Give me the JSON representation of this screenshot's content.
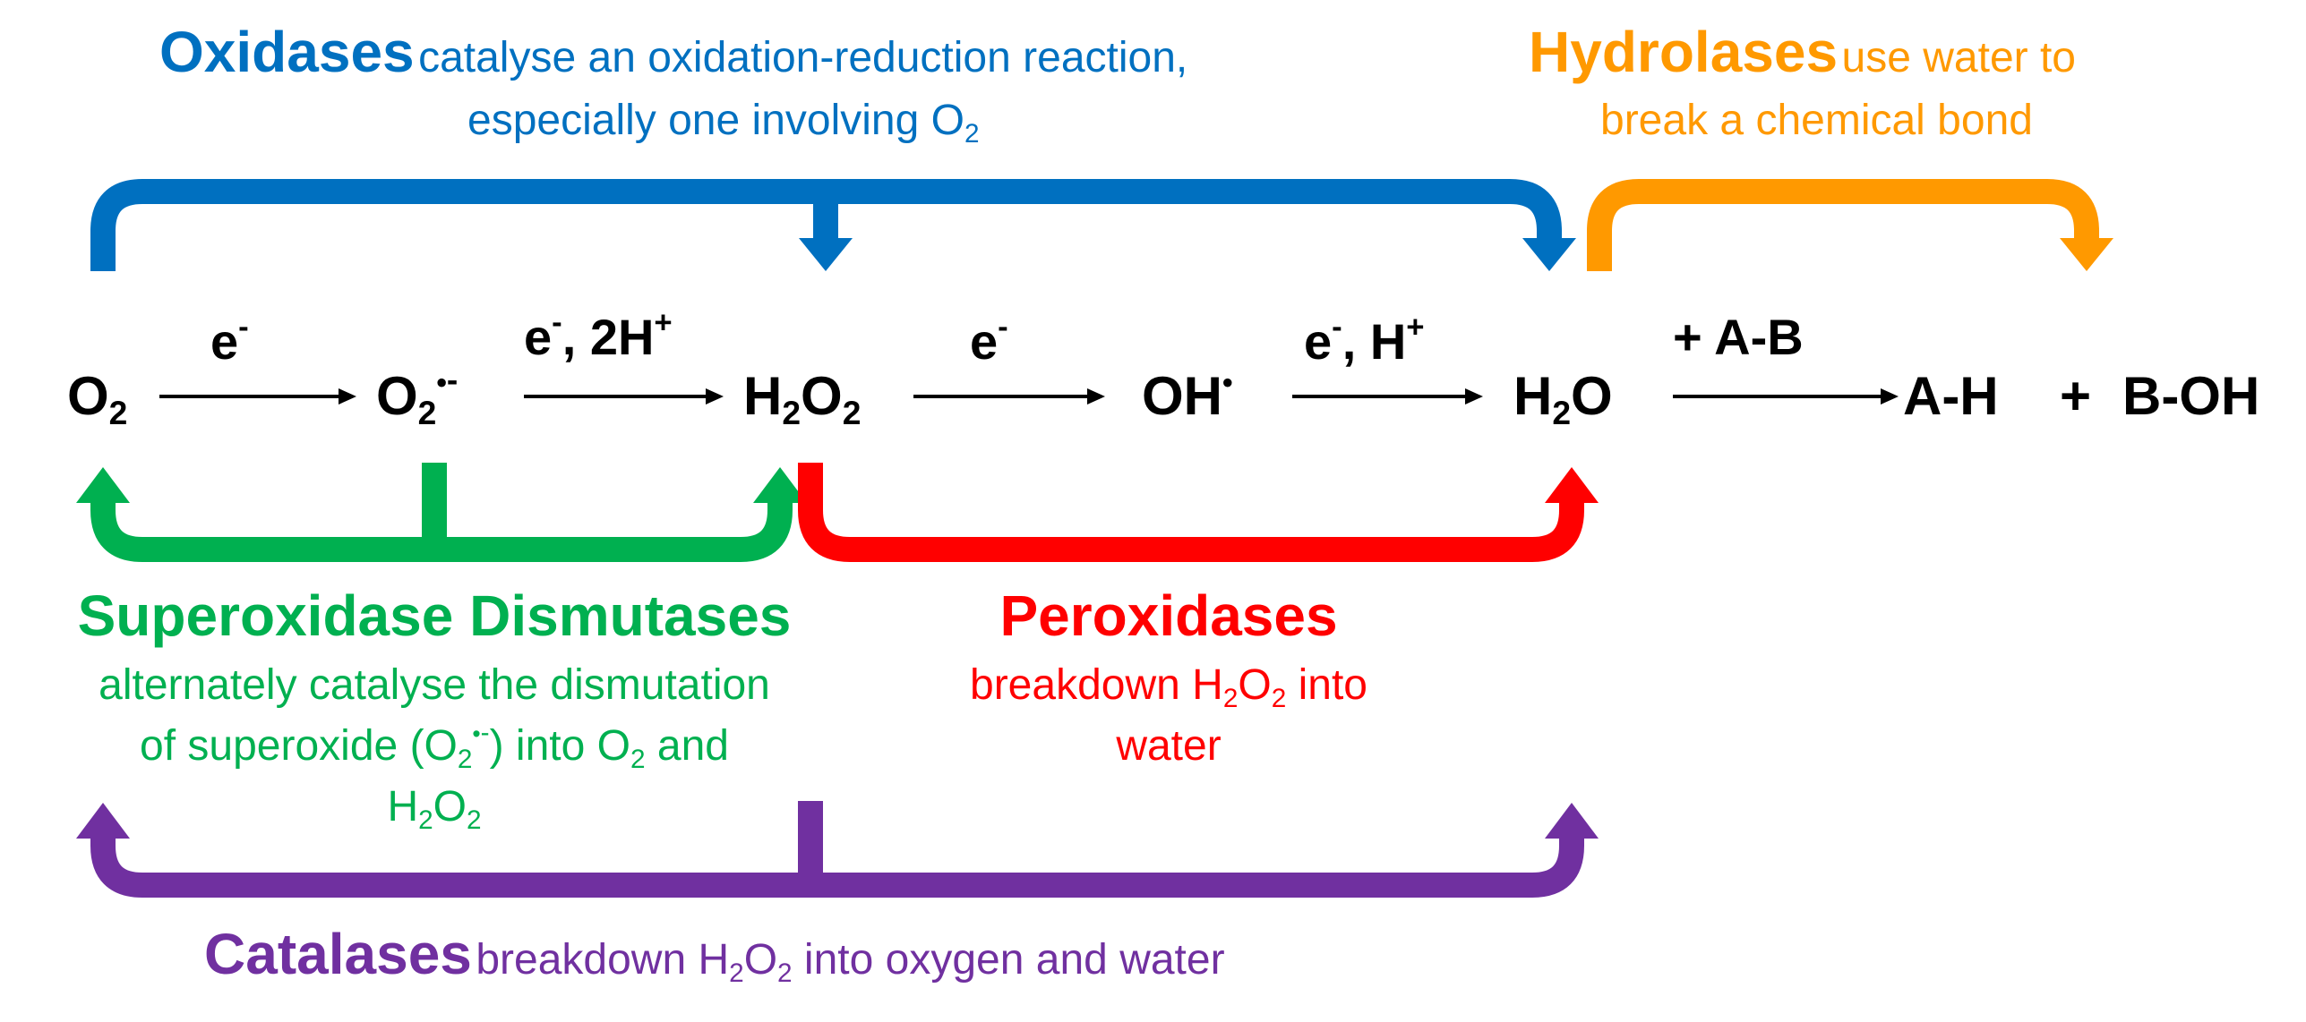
{
  "oxidases": {
    "name": "Oxidases",
    "desc_line1": "catalyse an oxidation-reduction reaction,",
    "desc_line2": "especially one involving O",
    "desc_line2_sub": "2",
    "color": "#0070c0"
  },
  "hydrolases": {
    "name": "Hydrolases",
    "desc_line1": "use water to",
    "desc_line2": "break a chemical bond",
    "color": "#ff9900"
  },
  "sod": {
    "name": "Superoxidase Dismutases",
    "line1": "alternately catalyse the dismutation",
    "line2_a": "of superoxide (O",
    "line2_sub": "2",
    "line2_dot": "•",
    "line2_sup": "-",
    "line2_b": ") into O",
    "line2_sub2": "2",
    "line2_c": " and",
    "line3_a": "H",
    "line3_sub1": "2",
    "line3_b": "O",
    "line3_sub2": "2",
    "color": "#00b050"
  },
  "peroxidases": {
    "name": "Peroxidases",
    "line1_a": "breakdown H",
    "line1_sub1": "2",
    "line1_b": "O",
    "line1_sub2": "2",
    "line1_c": " into",
    "line2": "water",
    "color": "#ff0000"
  },
  "catalases": {
    "name": "Catalases",
    "desc_a": "breakdown H",
    "desc_sub1": "2",
    "desc_b": "O",
    "desc_sub2": "2",
    "desc_c": " into oxygen and water",
    "color": "#7030a0"
  },
  "species": {
    "o2": {
      "base": "O",
      "sub": "2"
    },
    "superoxide": {
      "base": "O",
      "sub": "2",
      "dot": "•",
      "sup": "-"
    },
    "h2o2": {
      "a": "H",
      "sub1": "2",
      "b": "O",
      "sub2": "2"
    },
    "oh": {
      "base": "OH",
      "dot": "•"
    },
    "h2o": {
      "a": "H",
      "sub": "2",
      "b": "O"
    },
    "ah": "A-H",
    "plus": "+",
    "boh": "B-OH"
  },
  "arrow_labels": {
    "a1": {
      "base": "e",
      "sup": "-"
    },
    "a2": {
      "base": "e",
      "sup": "-",
      "rest": ", 2H",
      "sup2": "+"
    },
    "a3": {
      "base": "e",
      "sup": "-"
    },
    "a4": {
      "base": "e",
      "sup": "-",
      "rest": ", H",
      "sup2": "+"
    },
    "a5": "+ A-B"
  }
}
